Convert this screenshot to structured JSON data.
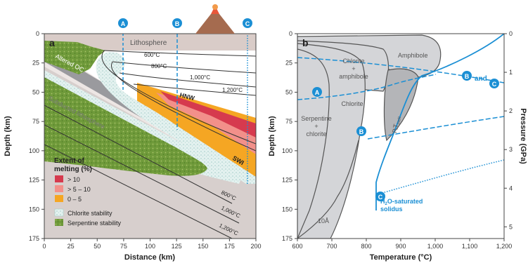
{
  "panel_a": {
    "letter": "a",
    "xlabel": "Distance (km)",
    "ylabel": "Depth (km)",
    "xticks": [
      "0",
      "25",
      "50",
      "75",
      "100",
      "125",
      "150",
      "175",
      "200"
    ],
    "yticks": [
      "0",
      "25",
      "50",
      "75",
      "100",
      "125",
      "150",
      "175"
    ],
    "lithosphere": "Lithosphere",
    "altered_oc": "Altered OC",
    "subducted": "Subducted lithosphere",
    "hnw": "HNW",
    "swi": "SWI",
    "isotherms": [
      "600°C",
      "800°C",
      "1,000°C",
      "1,200°C",
      "800°C",
      "1,000°C",
      "1,200°C"
    ],
    "legend_title_1": "Extent of",
    "legend_title_2": "melting (%)",
    "legend_items": [
      "> 10",
      "> 5 – 10",
      "0 – 5"
    ],
    "chlorite_stability": "Chlorite stability",
    "serpentine_stability": "Serpentine stability",
    "markers": [
      "A",
      "B",
      "C"
    ]
  },
  "panel_b": {
    "letter": "b",
    "xlabel": "Temperature (°C)",
    "ylabel": "Depth (km)",
    "y2label": "Pressure (GPa)",
    "xticks": [
      "600",
      "700",
      "800",
      "900",
      "1,000",
      "1,100",
      "1,200"
    ],
    "yticks": [
      "0",
      "25",
      "50",
      "75",
      "100",
      "125",
      "150",
      "175"
    ],
    "y2ticks": [
      "0",
      "1",
      "2",
      "3",
      "4",
      "5"
    ],
    "fields": {
      "chlorite_amphibole_1": "Chlorite",
      "chlorite_amphibole_2": "+",
      "chlorite_amphibole_3": "amphibole",
      "amphibole": "Amphibole",
      "chlorite": "Chlorite",
      "serp_1": "Serpentine",
      "serp_2": "+",
      "serp_3": "chlorite",
      "ten_a": "10Å",
      "pt_main": "P,T",
      "pt_sub": "melt"
    },
    "bc_label": "and",
    "solidus_1": "H",
    "solidus_2": "2",
    "solidus_3": "O-saturated",
    "solidus_4": "solidus",
    "markers": [
      "A",
      "B",
      "C",
      "B",
      "C"
    ]
  },
  "colors": {
    "blue": "#1b8fd4",
    "melt_high": "#d63a4e",
    "melt_mid": "#f2908a",
    "melt_low": "#f5a623",
    "gray_field": "#d4d5d8",
    "slab_gray": "#9a9a9e",
    "lithosphere": "#d9ccc8",
    "serpentine": "#6f9a3a",
    "chlorite": "#d8ecea"
  }
}
